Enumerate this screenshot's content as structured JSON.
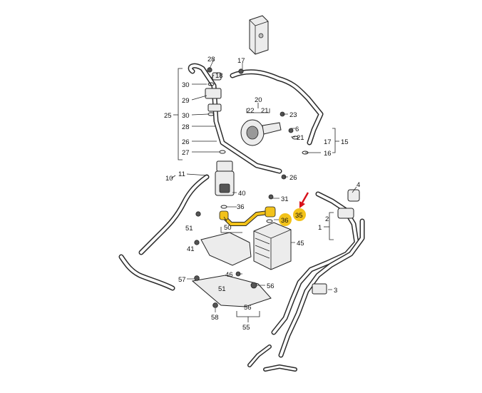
{
  "labels": {
    "l28": "28",
    "l17a": "17",
    "l18": "18",
    "l30a": "30",
    "l29": "29",
    "l30b": "30",
    "l25": "25",
    "l28b": "28",
    "l26": "26",
    "l27": "27",
    "l20": "20",
    "l22": "22",
    "l21a": "21",
    "l23": "23",
    "l6": "6",
    "l21b": "21",
    "l17b": "17",
    "l15": "15",
    "l16": "16",
    "l10": "10",
    "l11": "11",
    "l26b": "26",
    "l40": "40",
    "l31": "31",
    "l36": "36",
    "l35a": "35",
    "l36b": "36",
    "l50": "50",
    "l4": "4",
    "l2": "2",
    "l1": "1",
    "l51a": "51",
    "l41": "41",
    "l45": "45",
    "l46": "46",
    "l57": "57",
    "l56a": "56",
    "l51b": "51",
    "l3": "3",
    "l58": "58",
    "l56b": "56",
    "l55": "55"
  },
  "highlight_color": "#f2c21a",
  "arrow_color": "#d8101a",
  "icons": [
    "expansion-valve-icon",
    "oil-filter-housing-icon",
    "oil-cooler-icon",
    "vacuum-pump-icon"
  ]
}
